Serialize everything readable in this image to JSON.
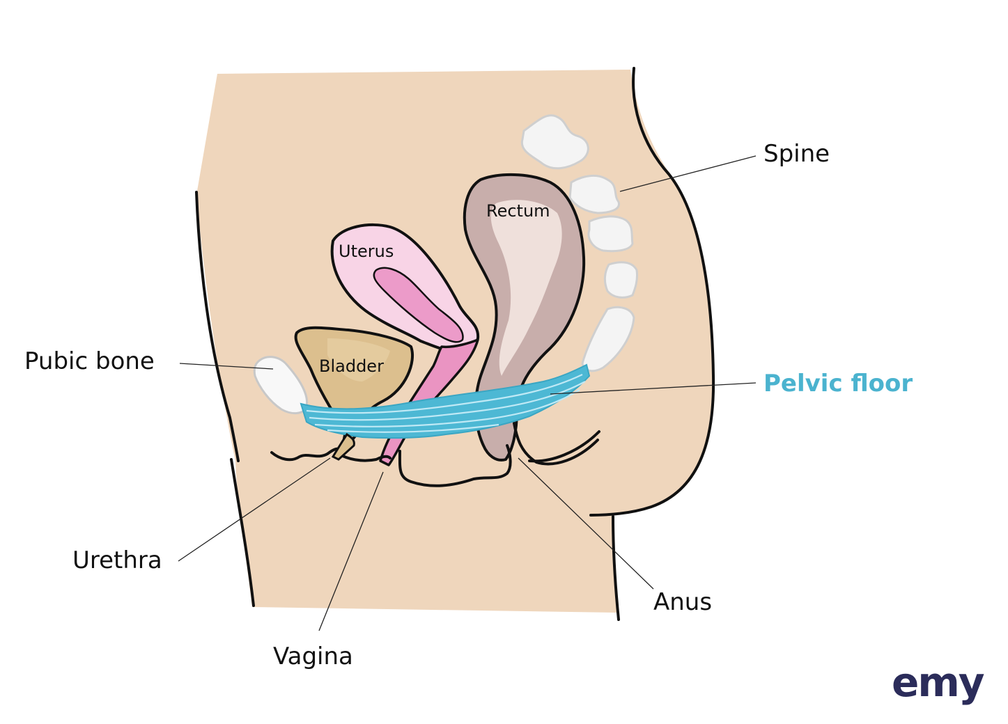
{
  "labels": {
    "spine": "Spine",
    "rectum": "Rectum",
    "uterus": "Uterus",
    "pubic_bone": "Pubic bone",
    "bladder": "Bladder",
    "pelvic_floor": "Pelvic floor",
    "urethra": "Urethra",
    "vagina": "Vagina",
    "anus": "Anus"
  },
  "logo": {
    "text": "emy"
  },
  "colors": {
    "skin": "#efd6bc",
    "pelvic_floor": "#4db8d4",
    "pelvic_floor_label": "#4bb3cf",
    "uterus": "#f8d4e6",
    "uterus_cavity": "#ec9bc9",
    "vagina": "#ea94c2",
    "bladder": "#dcbf8e",
    "rectum": "#c8aeab",
    "rectum_inner": "#efe0db",
    "bone": "#f4f4f4",
    "logo": "#2b2c5a"
  }
}
